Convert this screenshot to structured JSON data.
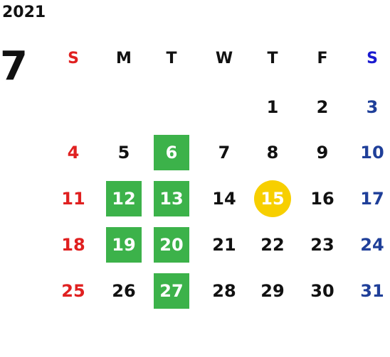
{
  "year": "2021",
  "month": "7",
  "weekdays": [
    {
      "label": "S",
      "tone": "red"
    },
    {
      "label": "M",
      "tone": "black"
    },
    {
      "label": "T",
      "tone": "black"
    },
    {
      "label": "W",
      "tone": "black"
    },
    {
      "label": "T",
      "tone": "black"
    },
    {
      "label": "F",
      "tone": "black"
    },
    {
      "label": "S",
      "tone": "blue-h"
    }
  ],
  "weeks": [
    [
      null,
      null,
      null,
      null,
      "1",
      "2",
      "3"
    ],
    [
      "4",
      "5",
      "6",
      "7",
      "8",
      "9",
      "10"
    ],
    [
      "11",
      "12",
      "13",
      "14",
      "15",
      "16",
      "17"
    ],
    [
      "18",
      "19",
      "20",
      "21",
      "22",
      "23",
      "24"
    ],
    [
      "25",
      "26",
      "27",
      "28",
      "29",
      "30",
      "31"
    ]
  ],
  "highlighted_days": [
    "6",
    "12",
    "13",
    "19",
    "20",
    "27"
  ],
  "today": "15",
  "colors": {
    "sunday": "#e02020",
    "saturday": "#1f3f99",
    "saturday_header": "#1a1ad0",
    "highlight": "#3cb24a",
    "today": "#f7cf00"
  }
}
